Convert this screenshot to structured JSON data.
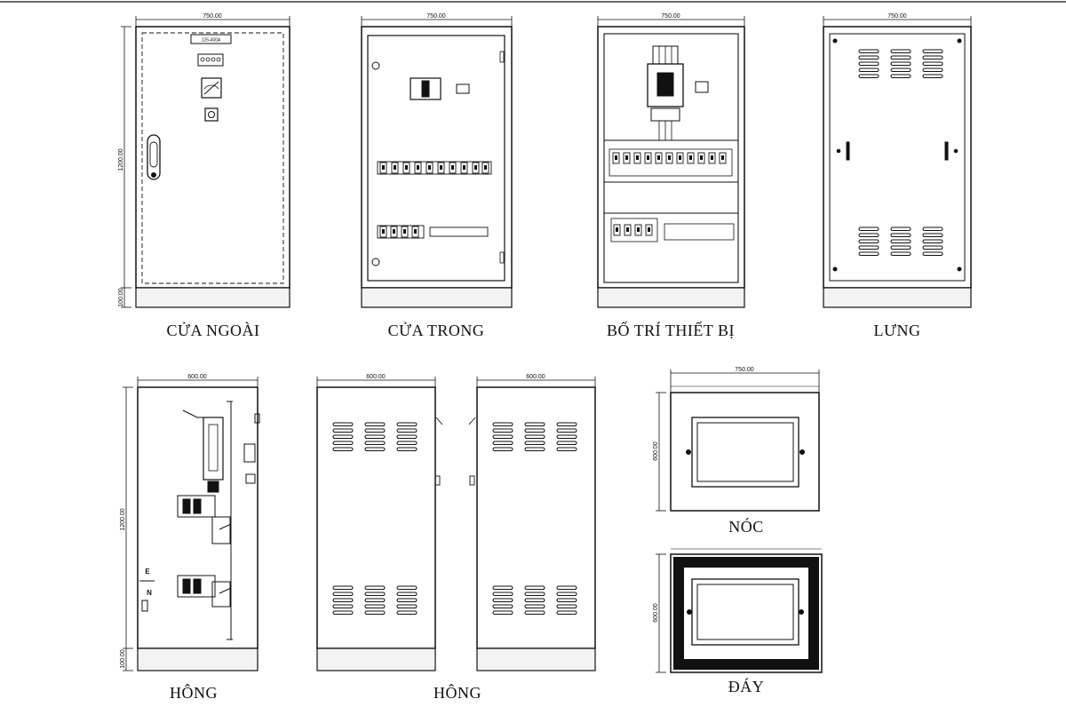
{
  "labels": {
    "outer_door": "CỬA NGOÀI",
    "inner_door": "CỬA TRONG",
    "equipment_layout": "BỐ TRÍ THIẾT BỊ",
    "back": "LƯNG",
    "side_left": "HÔNG",
    "side_right": "HÔNG",
    "roof": "NÓC",
    "bottom": "ĐÁY"
  },
  "dimensions": {
    "width": "750.00",
    "depth": "600.00",
    "height": "1200.00",
    "base": "100.00"
  },
  "door_plate_text": "125-400A",
  "side_markers": {
    "earth": "E",
    "neutral": "N"
  },
  "colors": {
    "line": "#111111",
    "background": "#ffffff",
    "plinth": "#f3f3f3"
  }
}
